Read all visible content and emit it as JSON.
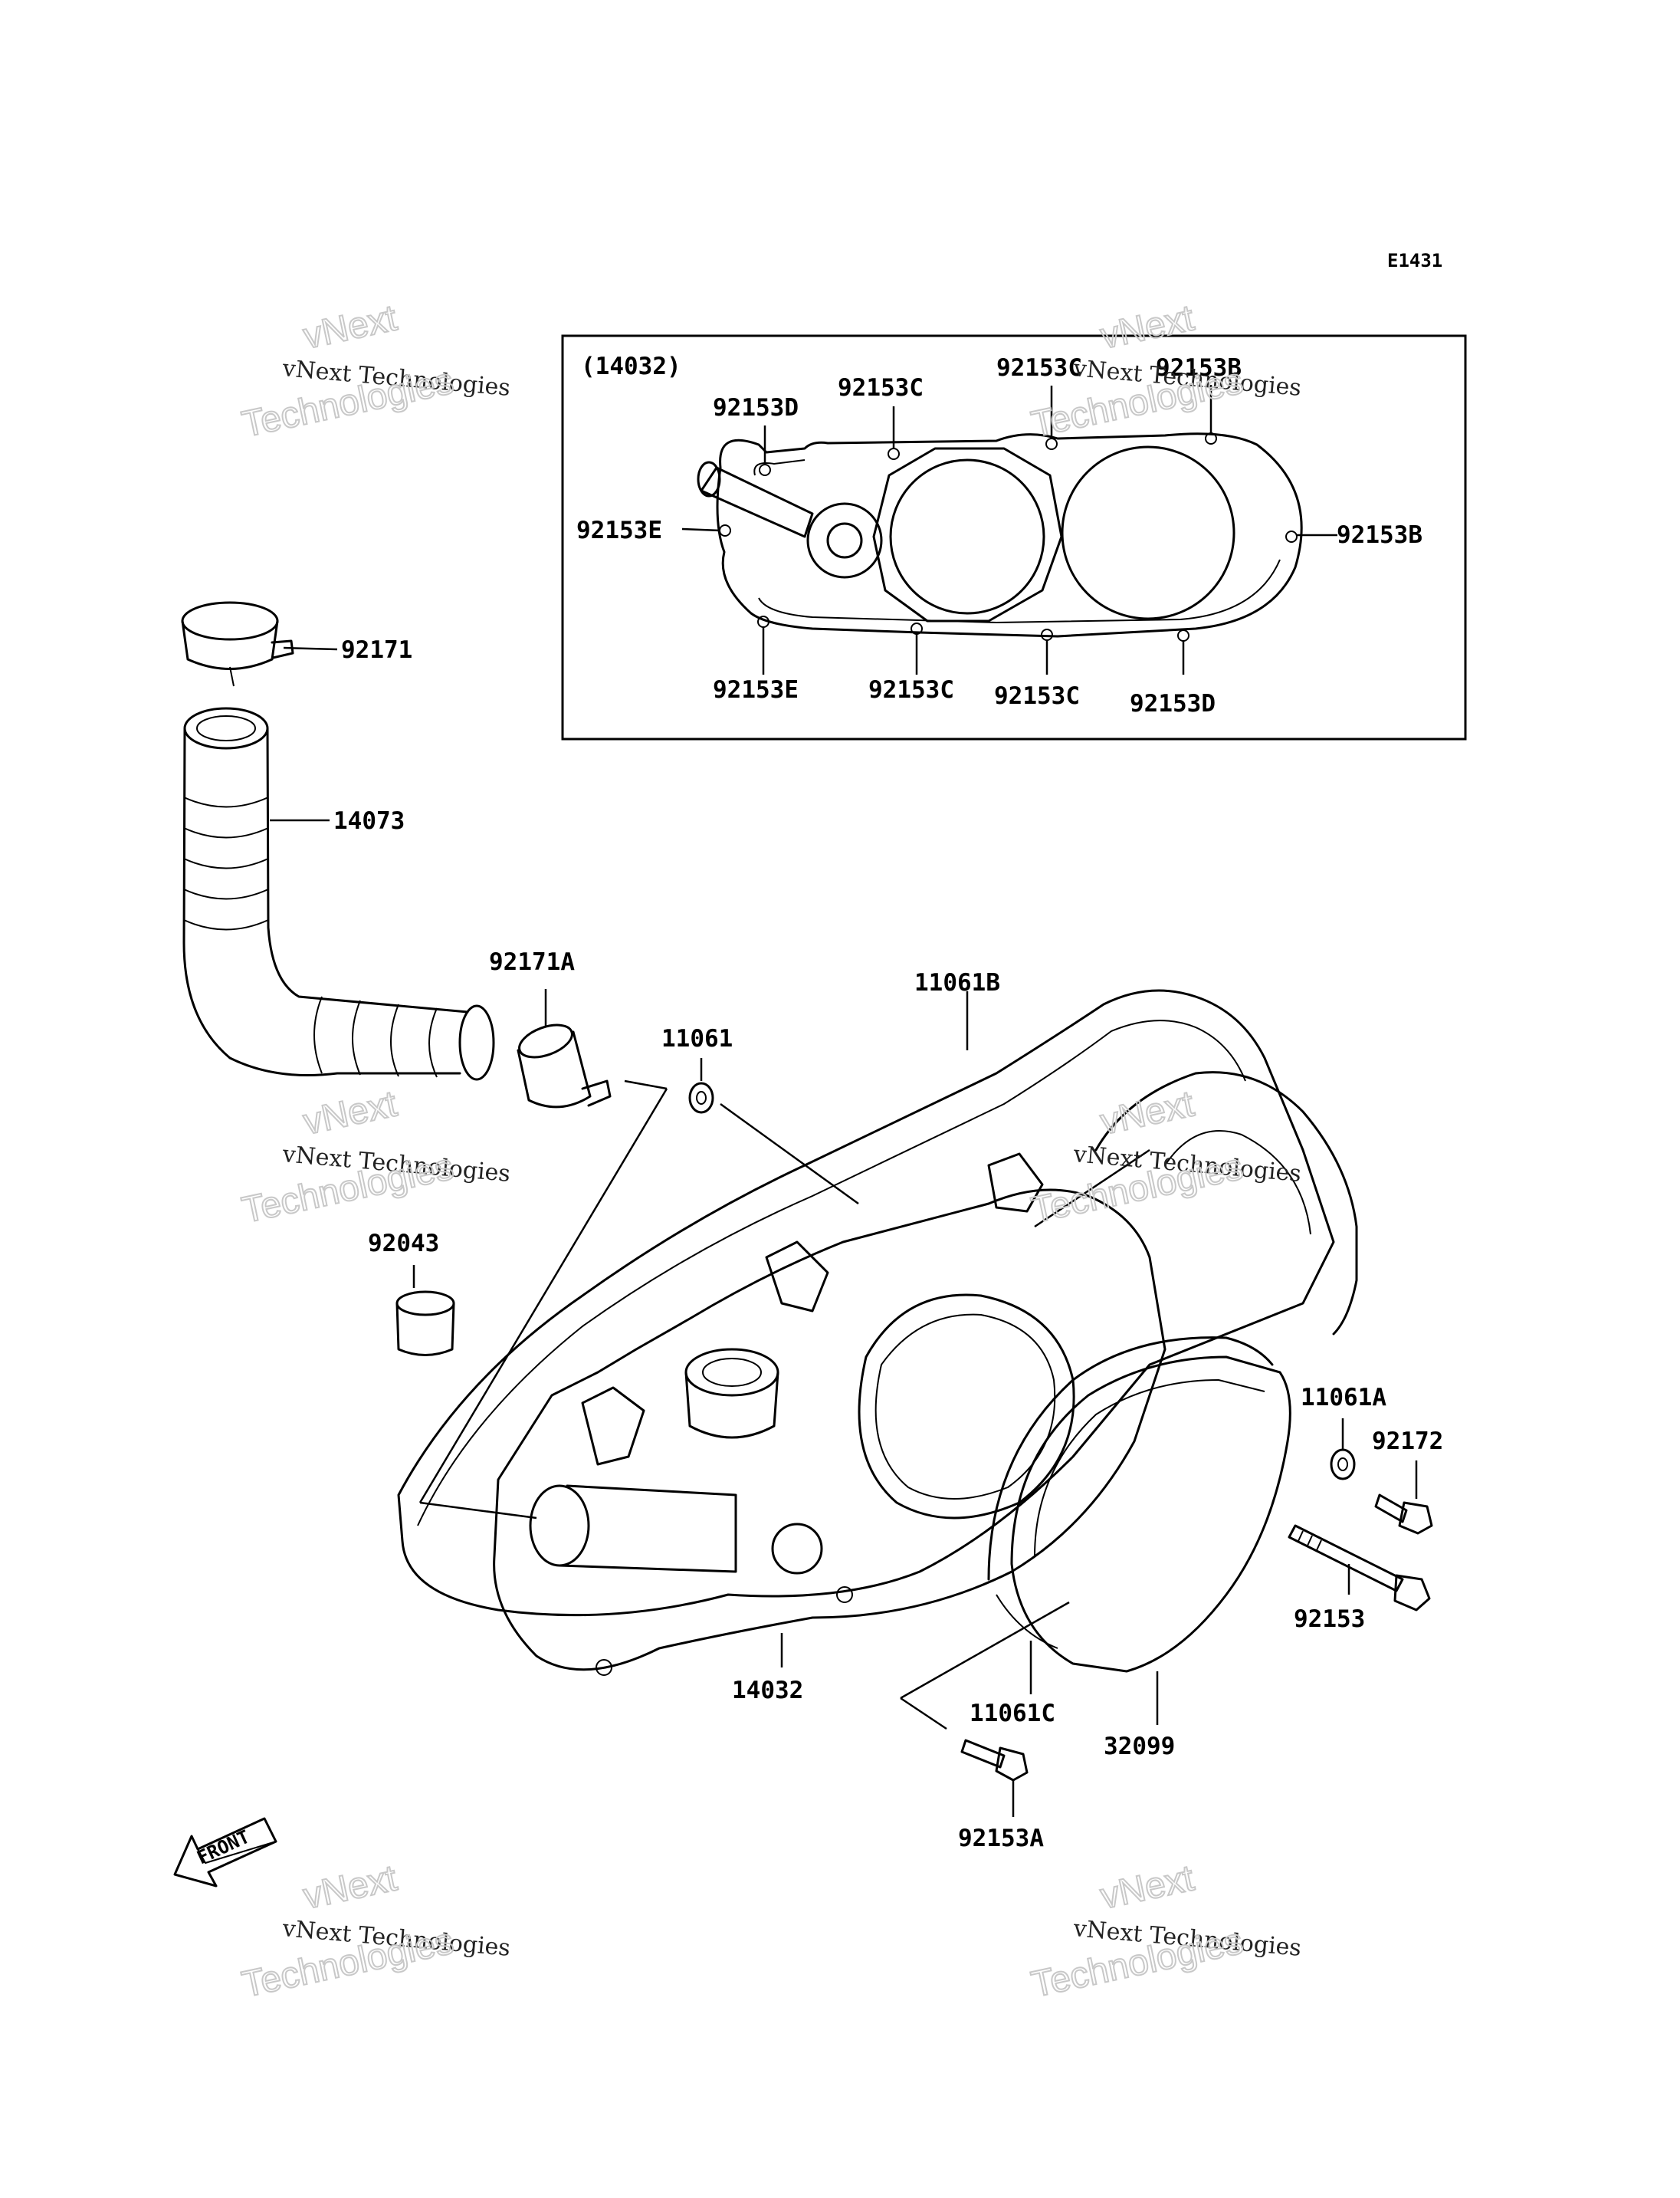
{
  "diagram_code": "E1431",
  "inset": {
    "title": "(14032)",
    "labels": [
      {
        "id": "92153D-a",
        "text": "92153D"
      },
      {
        "id": "92153C-a",
        "text": "92153C"
      },
      {
        "id": "92153C-b",
        "text": "92153C"
      },
      {
        "id": "92153B-a",
        "text": "92153B"
      },
      {
        "id": "92153E-a",
        "text": "92153E"
      },
      {
        "id": "92153B-b",
        "text": "92153B"
      },
      {
        "id": "92153E-b",
        "text": "92153E"
      },
      {
        "id": "92153C-c",
        "text": "92153C"
      },
      {
        "id": "92153C-d",
        "text": "92153C"
      },
      {
        "id": "92153D-b",
        "text": "92153D"
      }
    ]
  },
  "labels": [
    {
      "id": "92171",
      "text": "92171"
    },
    {
      "id": "14073",
      "text": "14073"
    },
    {
      "id": "92171A",
      "text": "92171A"
    },
    {
      "id": "11061",
      "text": "11061"
    },
    {
      "id": "11061B",
      "text": "11061B"
    },
    {
      "id": "92043",
      "text": "92043"
    },
    {
      "id": "11061A",
      "text": "11061A"
    },
    {
      "id": "92172",
      "text": "92172"
    },
    {
      "id": "92153",
      "text": "92153"
    },
    {
      "id": "14032",
      "text": "14032"
    },
    {
      "id": "11061C",
      "text": "11061C"
    },
    {
      "id": "32099",
      "text": "32099"
    },
    {
      "id": "92153A",
      "text": "92153A"
    }
  ],
  "front_arrow": "FRONT",
  "watermarks": [
    {
      "line1": "vNext Technologies",
      "line2": "vNext",
      "line3": "Technologies"
    },
    {
      "line1": "vNext Technologies",
      "line2": "vNext",
      "line3": "Technologies"
    },
    {
      "line1": "vNext Technologies",
      "line2": "vNext",
      "line3": "Technologies"
    },
    {
      "line1": "vNext Technologies",
      "line2": "vNext",
      "line3": "Technologies"
    },
    {
      "line1": "vNext Technologies",
      "line2": "vNext",
      "line3": "Technologies"
    },
    {
      "line1": "vNext Technologies",
      "line2": "vNext",
      "line3": "Technologies"
    }
  ]
}
